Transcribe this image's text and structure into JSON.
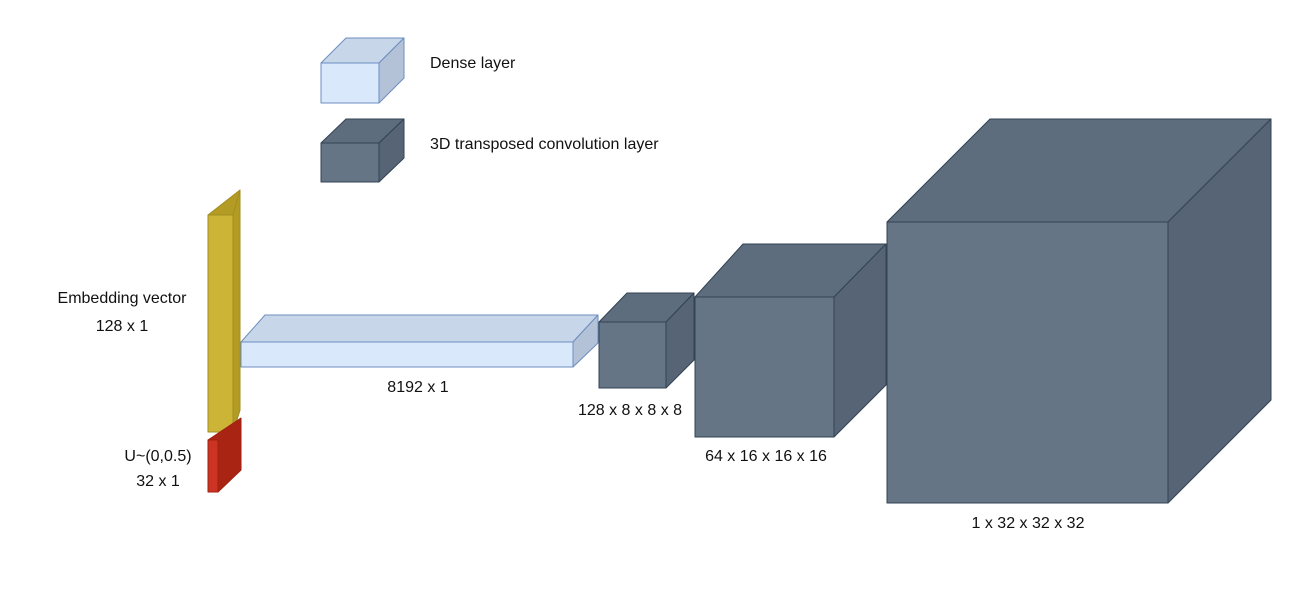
{
  "legend": {
    "dense": "Dense layer",
    "conv": "3D transposed convolution layer"
  },
  "inputs": {
    "embedding": {
      "title": "Embedding vector",
      "shape": "128 x 1"
    },
    "noise": {
      "title": "U~(0,0.5)",
      "shape": "32 x 1"
    }
  },
  "layers": [
    {
      "type": "dense",
      "shape": "8192 x 1"
    },
    {
      "type": "conv",
      "shape": "128 x 8 x 8 x 8"
    },
    {
      "type": "conv",
      "shape": "64 x 16 x 16 x 16"
    },
    {
      "type": "conv",
      "shape": "1 x 32 x 32 x 32"
    }
  ],
  "colors": {
    "dense_front": "#dae8fc",
    "dense_top": "#c8d6ea",
    "dense_side": "#b4c2d8",
    "dense_stroke": "#6c8ebf",
    "conv_front": "#667586",
    "conv_top": "#5e6d7e",
    "conv_side": "#566475",
    "conv_stroke": "#314354",
    "embedding_front": "#ccb436",
    "embedding_side": "#b49c24",
    "embedding_stroke": "#a08e20",
    "noise_front": "#cc3322",
    "noise_side": "#aa2414",
    "noise_stroke": "#a02010"
  }
}
